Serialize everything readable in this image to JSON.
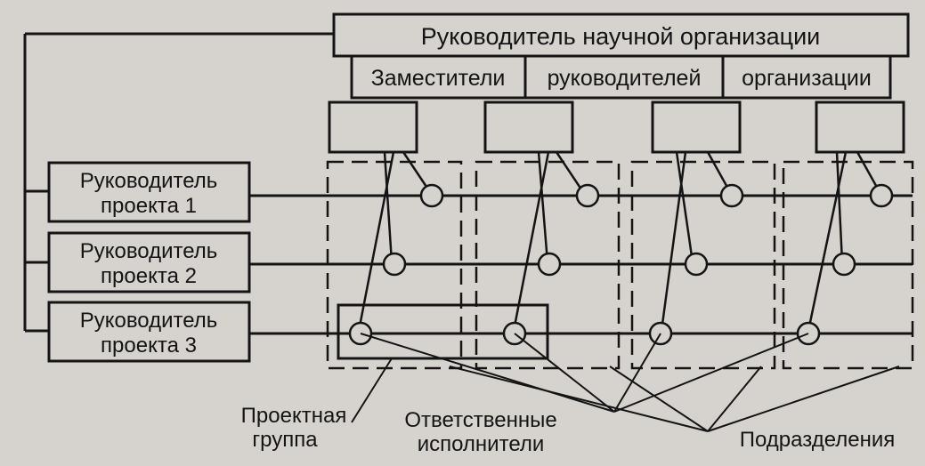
{
  "diagram": {
    "head": "Руководитель научной организации",
    "deputies": [
      "Заместители",
      "руководителей",
      "организации"
    ],
    "projects": [
      {
        "line1": "Руководитель",
        "line2": "проекта 1"
      },
      {
        "line1": "Руководитель",
        "line2": "проекта 2"
      },
      {
        "line1": "Руководитель",
        "line2": "проекта 3"
      }
    ],
    "labels": {
      "project_group_1": "Проектная",
      "project_group_2": "группа",
      "executors_1": "Ответственные",
      "executors_2": "исполнители",
      "divisions": "Подразделения"
    },
    "colors": {
      "ink": "#141414",
      "paper": "#d6d3cf"
    }
  }
}
